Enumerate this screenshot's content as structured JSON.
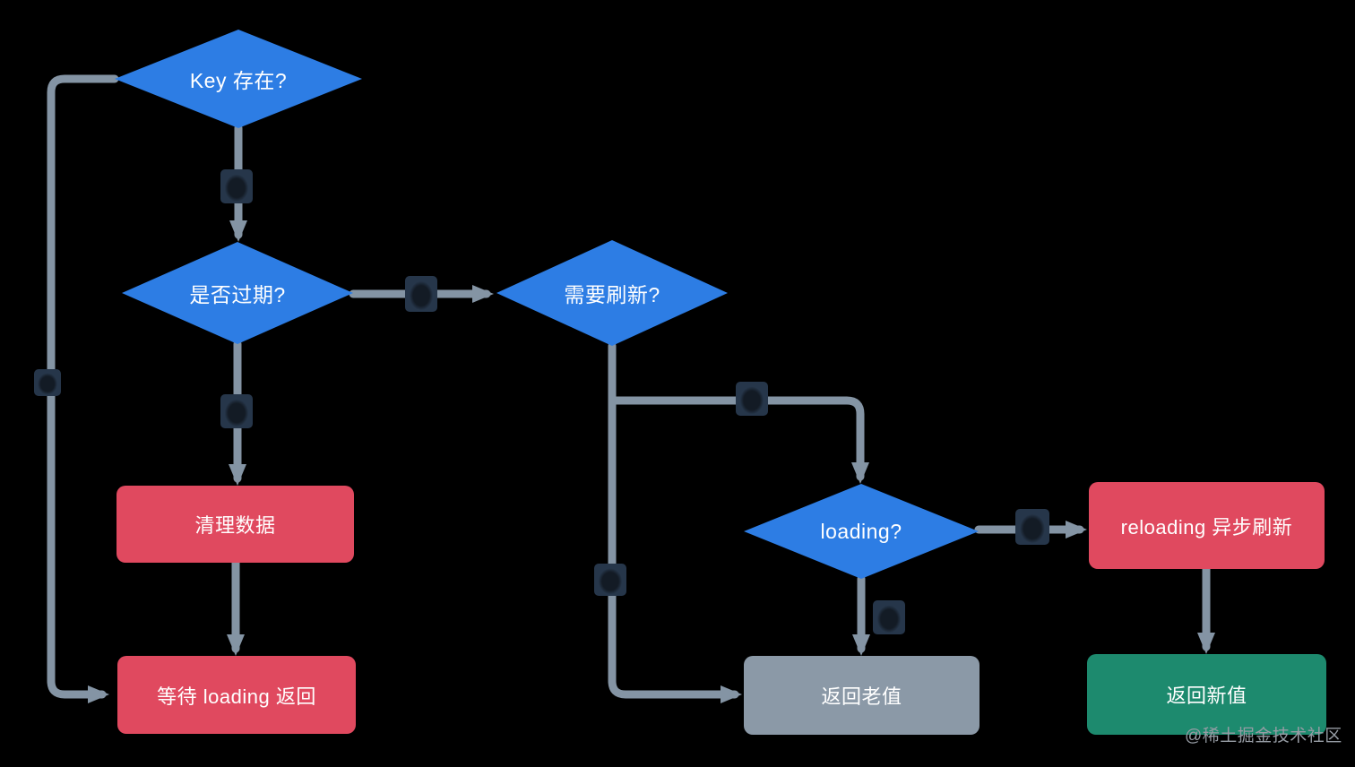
{
  "diagram": {
    "type": "flowchart",
    "background": "#000000",
    "watermark": "@稀土掘金技术社区",
    "colors": {
      "decision_fill": "#2d7de4",
      "action_fill": "#e0495f",
      "neutral_fill": "#8b99a7",
      "success_fill": "#1d8a6e",
      "edge": "#8494a4",
      "edge_label_chip": "#26364a",
      "node_text": "#ffffff"
    },
    "nodes": [
      {
        "id": "key-exists",
        "shape": "diamond",
        "label": "Key 存在?"
      },
      {
        "id": "expired",
        "shape": "diamond",
        "label": "是否过期?"
      },
      {
        "id": "need-refresh",
        "shape": "diamond",
        "label": "需要刷新?"
      },
      {
        "id": "loading",
        "shape": "diamond",
        "label": "loading?"
      },
      {
        "id": "clean-data",
        "shape": "rect-action",
        "label": "清理数据"
      },
      {
        "id": "wait-loading",
        "shape": "rect-action",
        "label": "等待 loading 返回"
      },
      {
        "id": "return-old",
        "shape": "rect-neutral",
        "label": "返回老值"
      },
      {
        "id": "reloading",
        "shape": "rect-action",
        "label": "reloading 异步刷新"
      },
      {
        "id": "return-new",
        "shape": "rect-success",
        "label": "返回新值"
      }
    ],
    "edges": [
      {
        "from": "key-exists",
        "to": "expired",
        "label_chip": true
      },
      {
        "from": "key-exists",
        "to": "wait-loading",
        "label_chip": true
      },
      {
        "from": "expired",
        "to": "need-refresh",
        "label_chip": true
      },
      {
        "from": "expired",
        "to": "clean-data",
        "label_chip": true
      },
      {
        "from": "clean-data",
        "to": "wait-loading",
        "label_chip": false
      },
      {
        "from": "need-refresh",
        "to": "return-old",
        "label_chip": true
      },
      {
        "from": "need-refresh",
        "to": "loading",
        "label_chip": true
      },
      {
        "from": "loading",
        "to": "return-old",
        "label_chip": true
      },
      {
        "from": "loading",
        "to": "reloading",
        "label_chip": true
      },
      {
        "from": "reloading",
        "to": "return-new",
        "label_chip": false
      }
    ]
  }
}
